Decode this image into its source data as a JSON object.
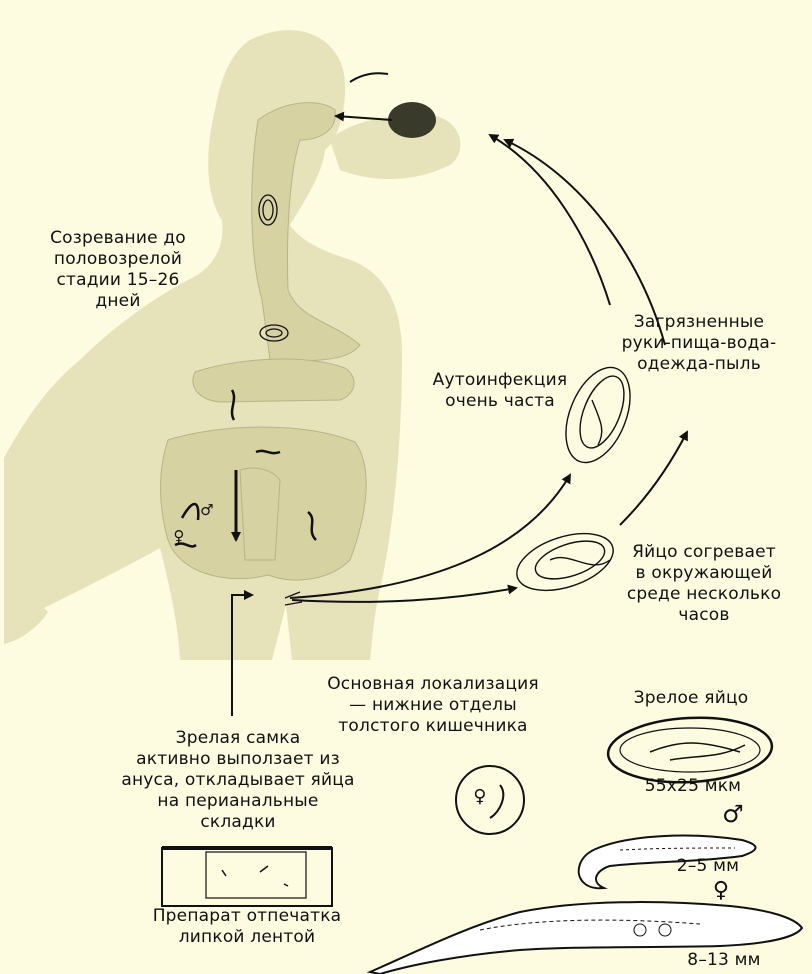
{
  "labels": {
    "maturation": "Созревание до\nполовозрелой\nстадии 15–26\nдней",
    "contaminated": "Загрязненные\nруки-пища-вода-\nодежда-пыль",
    "autoinfection": "Аутоинфекция\nочень часта",
    "egg_matures": "Яйцо согревает\nв окружающей\nсреде несколько\nчасов",
    "main_localization": "Основная локализация\n— нижние отделы\nтолстого кишечника",
    "female_exits": "Зрелая самка\nактивно выползает из\nануса, откладывает яйца\nна перианальные\nскладки",
    "tape_slide": "Препарат отпечатка\nлипкой лентой",
    "mature_egg": "Зрелое яйцо",
    "egg_size": "55x25 мкм",
    "male_size": "2–5 мм",
    "female_size": "8–13 мм"
  },
  "symbols": {
    "male": "♂",
    "female": "♀"
  },
  "colors": {
    "background": "#fdfbe0",
    "body_silhouette": "#e6e2ba",
    "digestive_tract": "#d6d2a2",
    "ink": "#111111"
  }
}
